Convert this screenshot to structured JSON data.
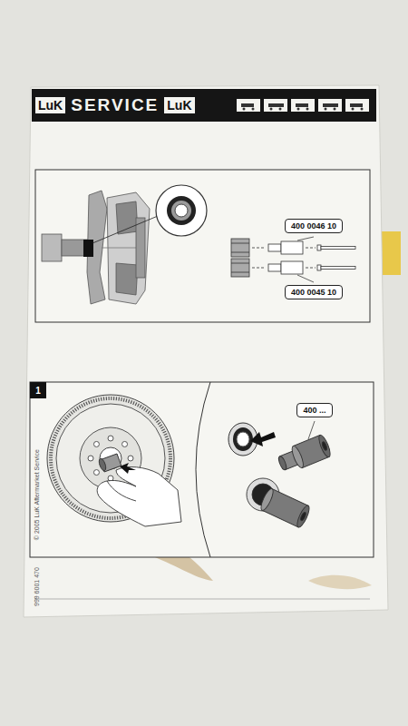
{
  "diagram": {
    "nodes": [
      {
        "text": [
          "LuK",
          "SERVICE",
          "LuK"
        ]
      },
      {
        "text": [
          "400 0046 10"
        ]
      },
      {
        "text": [
          "400 0045 10"
        ]
      },
      {
        "text": [
          "1"
        ]
      },
      {
        "text": [
          "400 ..."
        ]
      }
    ],
    "labels": [
      "999 6001 470",
      "© 2005 LuK Aftermarket Service"
    ]
  }
}
